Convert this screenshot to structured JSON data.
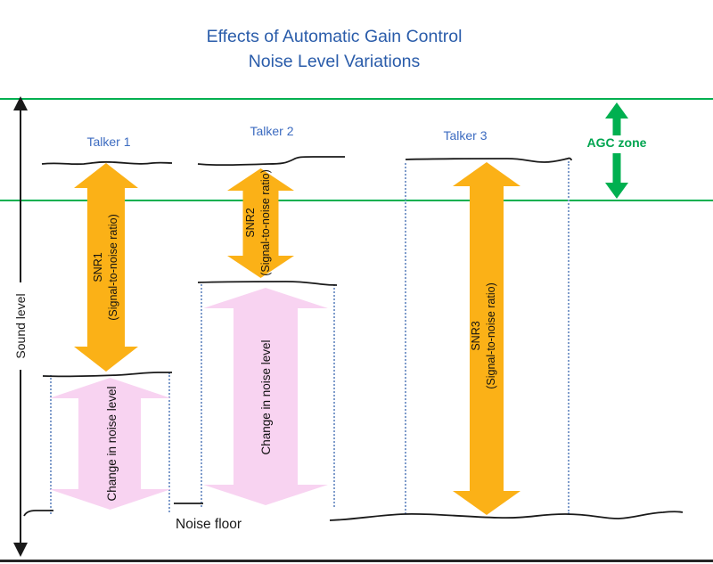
{
  "title": {
    "line1": "Effects of Automatic Gain Control",
    "line2": "Noise Level Variations"
  },
  "y_axis_label": "Sound level",
  "agc_zone_label": "AGC zone",
  "noise_floor_label": "Noise floor",
  "talkers": [
    {
      "label": "Talker 1",
      "snr_label": "SNR1",
      "snr_sublabel": "(Signal-to-noise ratio)",
      "change_label": "Change in noise level"
    },
    {
      "label": "Talker 2",
      "snr_label": "SNR2",
      "snr_sublabel": "(Signal-to-noise ratio)",
      "change_label": "Change in noise level"
    },
    {
      "label": "Talker 3",
      "snr_label": "SNR3",
      "snr_sublabel": "(Signal-to-noise ratio)"
    }
  ],
  "colors": {
    "title_blue": "#2A5CAA",
    "talker_blue": "#3C6BC0",
    "agc_green": "#00B050",
    "snr_orange": "#FBB117",
    "change_pink": "#F8D3F1",
    "line_black": "#1A1A1A",
    "dotted_guide_blue": "#7F9CCB"
  }
}
